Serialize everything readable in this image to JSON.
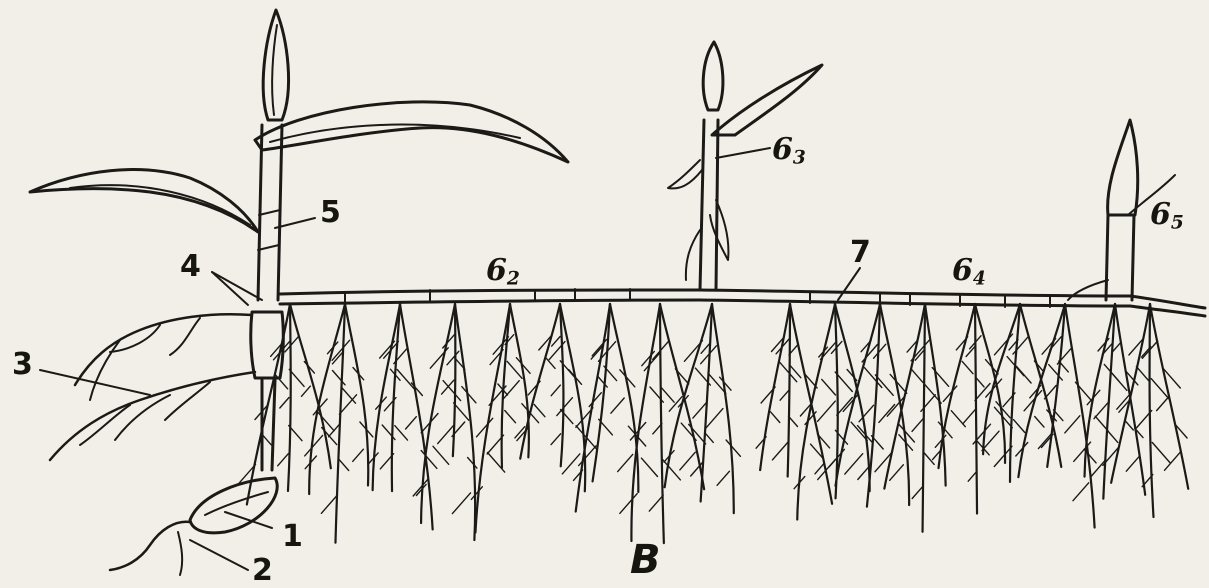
{
  "figure": {
    "caption": "B",
    "labels": {
      "l1": "1",
      "l2": "2",
      "l3": "3",
      "l4": "4",
      "l5": "5",
      "l6_2_main": "6",
      "l6_2_sub": "2",
      "l6_3_main": "6",
      "l6_3_sub": "3",
      "l6_4_main": "6",
      "l6_4_sub": "4",
      "l6_5_main": "6",
      "l6_5_sub": "5",
      "l7": "7"
    }
  }
}
